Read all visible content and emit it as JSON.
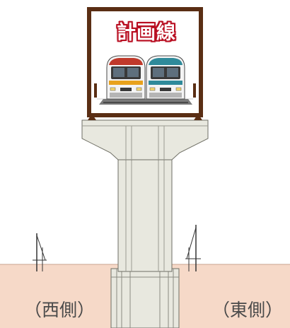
{
  "title": "計画線",
  "labels": {
    "west": "（西側）",
    "east": "（東側）"
  },
  "colors": {
    "frame": "#5a2e14",
    "title_outline": "#b80d20",
    "ground": "#f6d9c8",
    "concrete": "#e8e8df",
    "train_left_accent": "#e8a21c",
    "train_right_accent": "#2f8a9a"
  },
  "icons": [
    "train-left-icon",
    "train-right-icon"
  ]
}
